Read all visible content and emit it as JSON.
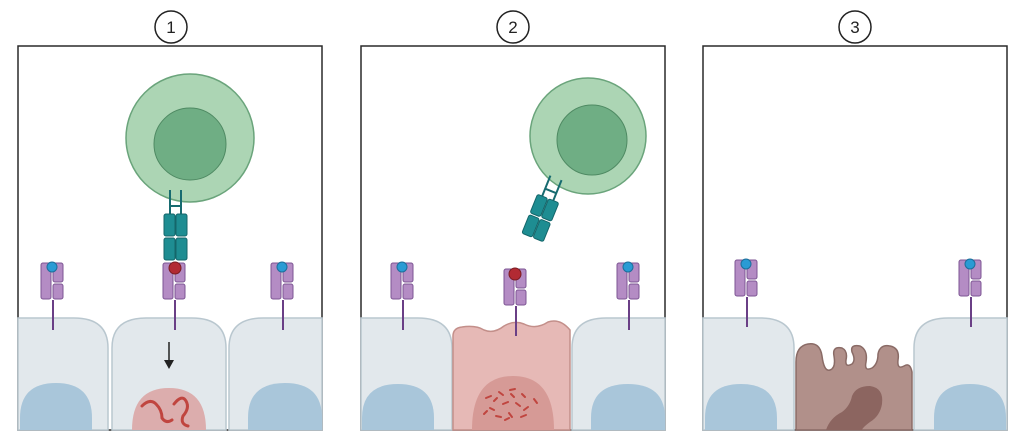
{
  "panels": [
    {
      "number": "1",
      "stage": "t-cell-bound-to-infected-cell"
    },
    {
      "number": "2",
      "stage": "t-cell-released-infected-cell-fragmented-dna"
    },
    {
      "number": "3",
      "stage": "infected-cell-apoptotic"
    }
  ],
  "colors": {
    "panel_border": "#2a2a2a",
    "healthy_cell": "#e2e8ec",
    "healthy_cell_stroke": "#b9c7cf",
    "healthy_nucleus": "#a9c6da",
    "infected_nucleus_1": "#dcadad",
    "infected_cell_2": "#e6b9b6",
    "infected_cell_2_stroke": "#c38f8a",
    "infected_nucleus_2": "#d69a96",
    "dna_strand": "#c0453f",
    "apoptotic_cell": "#b1908a",
    "apoptotic_nucleus": "#8c6560",
    "t_cell_outer": "#acd5b4",
    "t_cell_inner": "#6fae84",
    "t_cell_receptor": "#1e8d92",
    "mhc_receptor": "#b48cc4",
    "receptor_stalk": "#6a3f86",
    "self_antigen": "#2a9bd4",
    "viral_antigen": "#b22a33",
    "arrow": "#222222"
  },
  "icons": [
    "t-cell",
    "t-cell-receptor",
    "mhc-receptor",
    "self-antigen-dot",
    "viral-antigen-dot",
    "dna-strand",
    "down-arrow"
  ]
}
